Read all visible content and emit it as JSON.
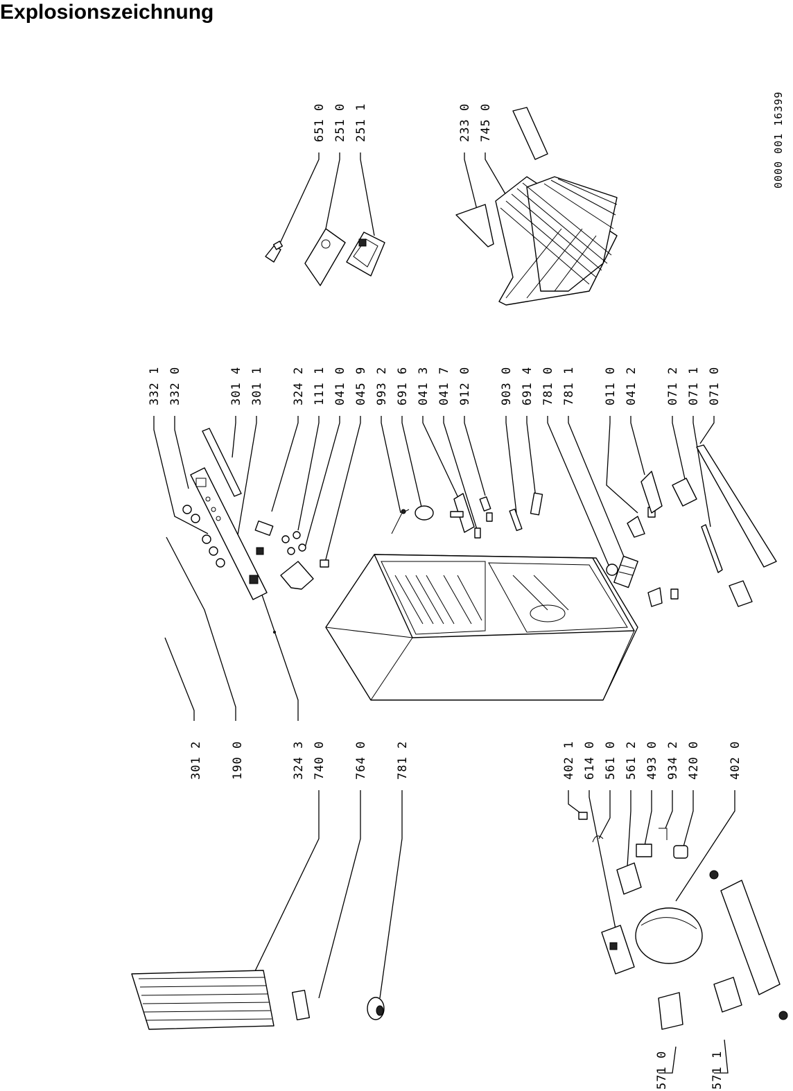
{
  "title": "Explosionszeichnung",
  "document_id": "0000 001  16399",
  "labels": {
    "l6510": "651 0",
    "l2510": "251 0",
    "l2511": "251 1",
    "l2330": "233 0",
    "l7450": "745 0",
    "l3321": "332 1",
    "l3320": "332 0",
    "l3014": "301 4",
    "l3011": "301 1",
    "l3242": "324 2",
    "l1111": "111 1",
    "l0410": "041 0",
    "l0459": "045 9",
    "l9932": "993 2",
    "l6916": "691 6",
    "l0413": "041 3",
    "l0417": "041 7",
    "l9120": "912 0",
    "l9030": "903 0",
    "l6914": "691 4",
    "l7810": "781 0",
    "l7811": "781 1",
    "l0110": "011 0",
    "l0412": "041 2",
    "l0712": "071 2",
    "l0711": "071 1",
    "l0710": "071 0",
    "l3012": "301 2",
    "l1900": "190 0",
    "l3243": "324 3",
    "l7400": "740 0",
    "l7640": "764 0",
    "l7812": "781 2",
    "l4021": "402 1",
    "l6140": "614 0",
    "l5610": "561 0",
    "l5612": "561 2",
    "l4930": "493 0",
    "l9342": "934 2",
    "l4200": "420 0",
    "l4020": "402 0",
    "l5710": "571 0",
    "l5711": "571 1"
  }
}
